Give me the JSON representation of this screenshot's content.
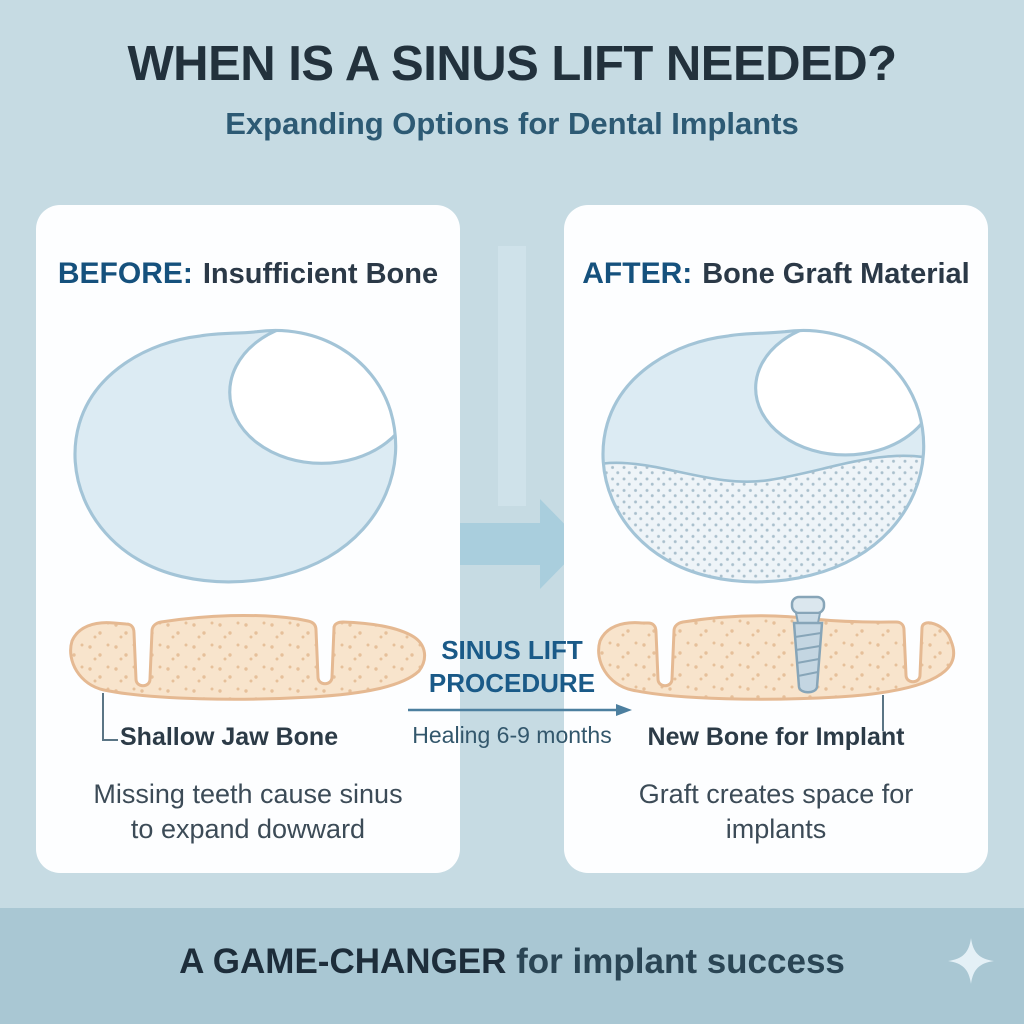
{
  "header": {
    "title": "WHEN IS A SINUS LIFT NEEDED?",
    "subtitle": "Expanding Options for Dental Implants"
  },
  "before": {
    "label": "BEFORE:",
    "heading": "Insufficient Bone",
    "callout": "Shallow Jaw Bone",
    "line1": "Missing teeth cause sinus",
    "line2": "to expand dowward"
  },
  "after": {
    "label": "AFTER:",
    "heading": "Bone Graft Material",
    "callout": "New Bone for Implant",
    "line1": "Graft creates space for",
    "line2": "implants"
  },
  "center": {
    "procedure1": "SINUS LIFT",
    "procedure2": "PROCEDURE",
    "healing": "Healing 6-9 months"
  },
  "footer": {
    "highlight": "A GAME-CHANGER",
    "rest": " for implant success"
  },
  "icons": {
    "big_arrow": "arrow-right-icon",
    "flow_arrow": "arrow-right-icon",
    "sparkle": "sparkle-icon",
    "implant": "dental-implant-icon"
  },
  "colors": {
    "background": "#c6dbe3",
    "card": "#fdfeff",
    "accent_blue": "#15517d",
    "title": "#22313c",
    "subtitle": "#2d5a74",
    "sinus_fill": "#dcebf3",
    "sinus_stroke": "#a3c4d7",
    "bone_fill": "#f8e4cc",
    "bone_stroke": "#e5b992",
    "implant_fill": "#c4d6e2",
    "big_arrow": "#a9cedd",
    "thin_arrow": "#4c7f9f",
    "footer_band": "#a9c7d3"
  }
}
